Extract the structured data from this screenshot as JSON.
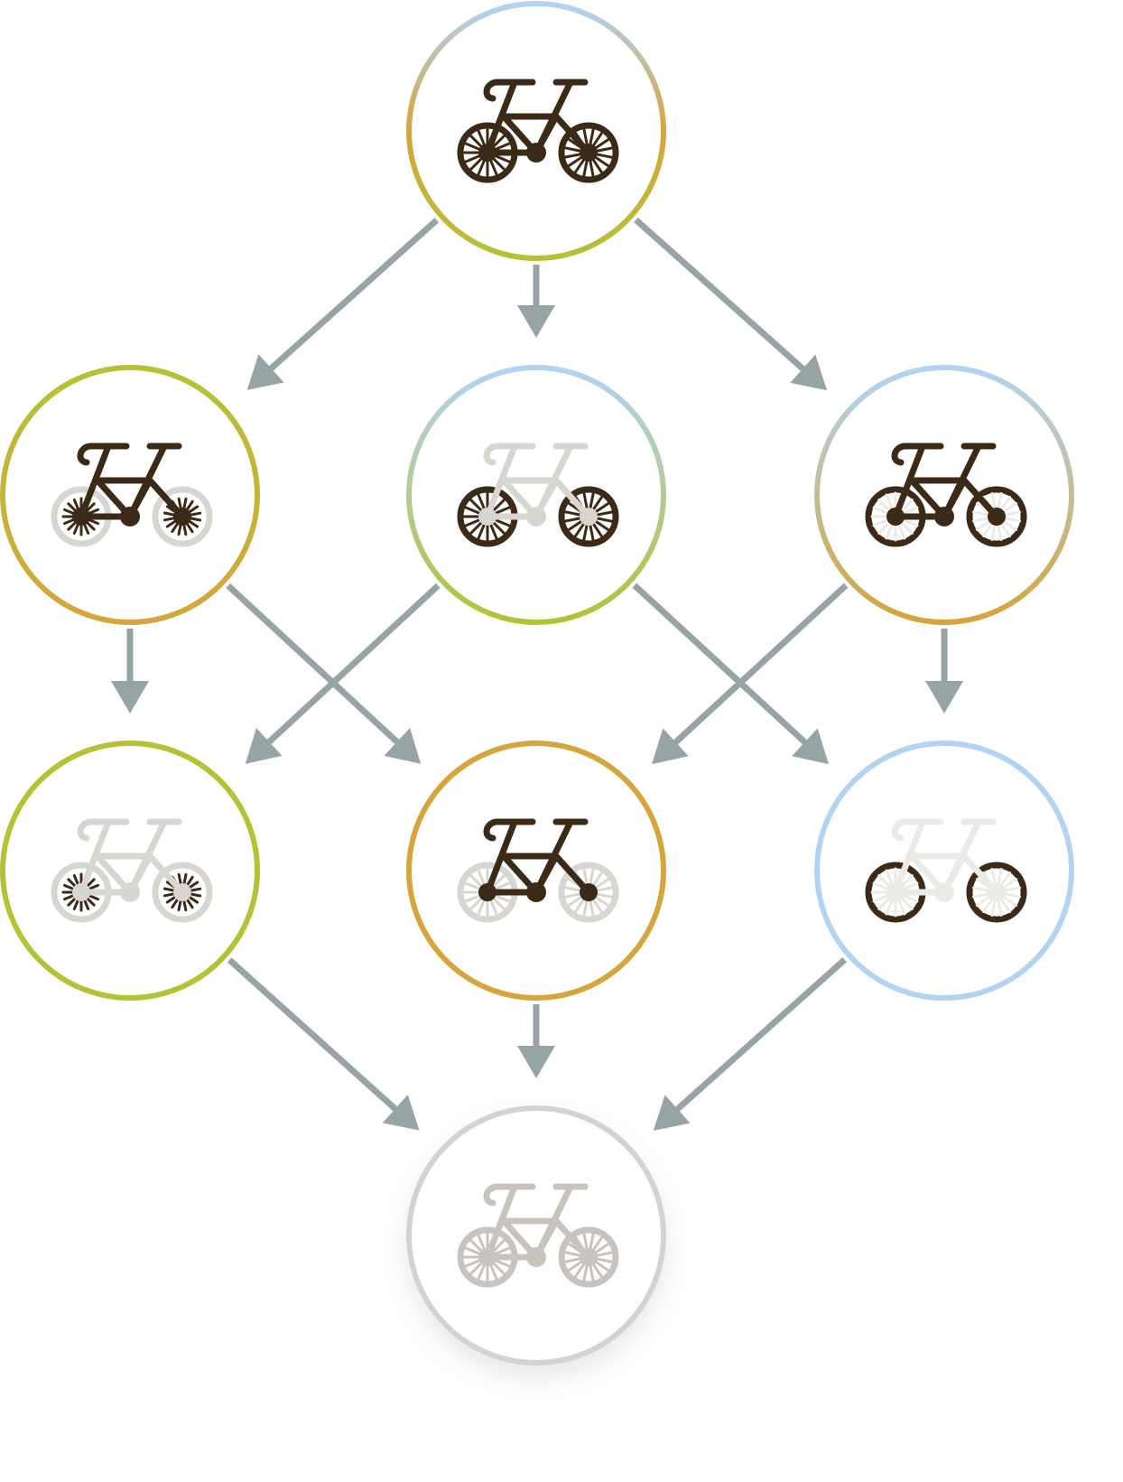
{
  "colors": {
    "background": "#ffffff",
    "arrow": "#97a4a6",
    "dark_part": "#3b2a17",
    "faded_part": "#d8d6d1",
    "very_faded_part": "#eceae6",
    "grey_bike": "#c8c3bc",
    "ring_green": "#b4c236",
    "ring_gold": "#d4a63c",
    "ring_blue": "#b3d3f2",
    "ring_grey": "#d3d3d3"
  },
  "nodes": [
    {
      "id": "top",
      "icon": "bicycle-icon",
      "parts": {
        "frame": "dark",
        "front_wheel": "dark",
        "rear_wheel": "dark"
      },
      "ring": [
        "ring_blue",
        "ring_gold",
        "ring_green"
      ]
    },
    {
      "id": "mid-left",
      "icon": "bicycle-icon",
      "parts": {
        "frame": "dark",
        "front_wheel": "faded-spokes-dark",
        "rear_wheel": "faded-spokes-dark"
      },
      "ring": [
        "ring_green",
        "ring_gold"
      ]
    },
    {
      "id": "mid-center",
      "icon": "bicycle-icon",
      "parts": {
        "frame": "faded",
        "front_wheel": "dark",
        "rear_wheel": "dark"
      },
      "ring": [
        "ring_blue",
        "ring_green"
      ]
    },
    {
      "id": "mid-right",
      "icon": "bicycle-icon",
      "parts": {
        "frame": "dark",
        "front_wheel": "rim-dark",
        "rear_wheel": "rim-dark"
      },
      "ring": [
        "ring_blue",
        "ring_gold"
      ]
    },
    {
      "id": "low-left",
      "icon": "bicycle-icon",
      "parts": {
        "frame": "faded",
        "front_wheel": "faded-spokes-dark",
        "rear_wheel": "faded-spokes-dark"
      },
      "ring": [
        "ring_green",
        "ring_green"
      ]
    },
    {
      "id": "low-center",
      "icon": "bicycle-icon",
      "parts": {
        "frame": "dark",
        "front_wheel": "faded",
        "rear_wheel": "faded"
      },
      "ring": [
        "ring_gold",
        "ring_gold"
      ]
    },
    {
      "id": "low-right",
      "icon": "bicycle-icon",
      "parts": {
        "frame": "very-faded",
        "front_wheel": "rim-dark",
        "rear_wheel": "rim-dark"
      },
      "ring": [
        "ring_blue",
        "ring_blue"
      ]
    },
    {
      "id": "bottom",
      "icon": "bicycle-icon",
      "parts": {
        "frame": "grey",
        "front_wheel": "grey",
        "rear_wheel": "grey"
      },
      "ring": [
        "ring_grey",
        "ring_grey"
      ]
    }
  ],
  "edges": [
    {
      "from": "top",
      "to": "mid-left"
    },
    {
      "from": "top",
      "to": "mid-center"
    },
    {
      "from": "top",
      "to": "mid-right"
    },
    {
      "from": "mid-left",
      "to": "low-left"
    },
    {
      "from": "mid-left",
      "to": "low-center"
    },
    {
      "from": "mid-center",
      "to": "low-left"
    },
    {
      "from": "mid-center",
      "to": "low-right"
    },
    {
      "from": "mid-right",
      "to": "low-center"
    },
    {
      "from": "mid-right",
      "to": "low-right"
    },
    {
      "from": "low-left",
      "to": "bottom"
    },
    {
      "from": "low-center",
      "to": "bottom"
    },
    {
      "from": "low-right",
      "to": "bottom"
    }
  ]
}
